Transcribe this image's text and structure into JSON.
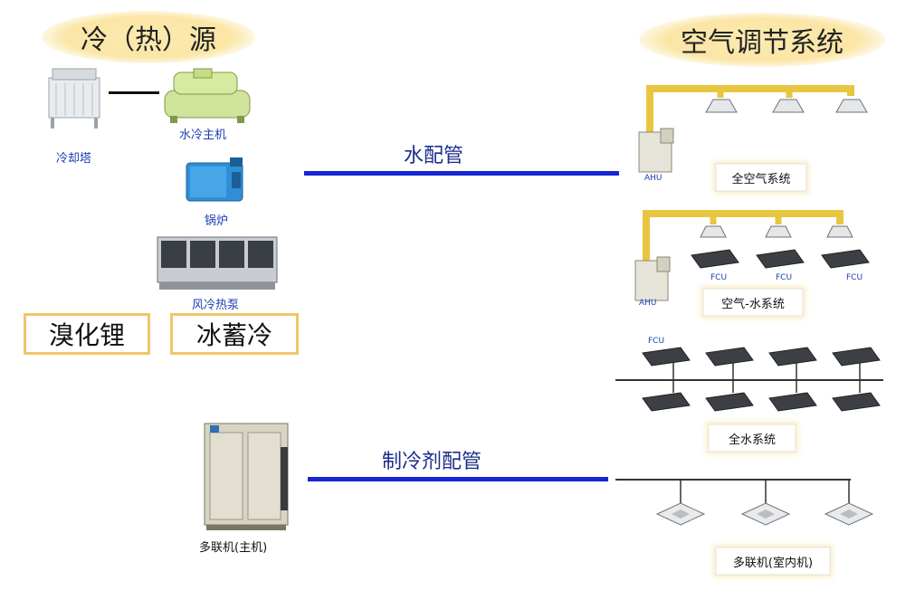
{
  "left_heading": "冷（热）源",
  "right_heading": "空气调节系统",
  "sources": {
    "cooling_tower": "冷却塔",
    "chiller": "水冷主机",
    "boiler": "锅炉",
    "heat_pump": "风冷热泵",
    "lithium_bromide": "溴化锂",
    "ice_storage": "冰蓄冷",
    "vrf_outdoor": "多联机(主机)"
  },
  "pipes": {
    "water": "水配管",
    "refrigerant": "制冷剂配管"
  },
  "systems": {
    "all_air": "全空气系统",
    "air_water": "空气-水系统",
    "all_water": "全水系统",
    "vrf_indoor": "多联机(室内机)"
  },
  "unit_labels": {
    "ahu": "AHU",
    "fcu": "FCU"
  },
  "colors": {
    "pipe_blue": "#1526d6",
    "duct_yellow": "#e8c640",
    "heading_bg": "#fbe6a6",
    "box_border": "#f0c66a"
  }
}
